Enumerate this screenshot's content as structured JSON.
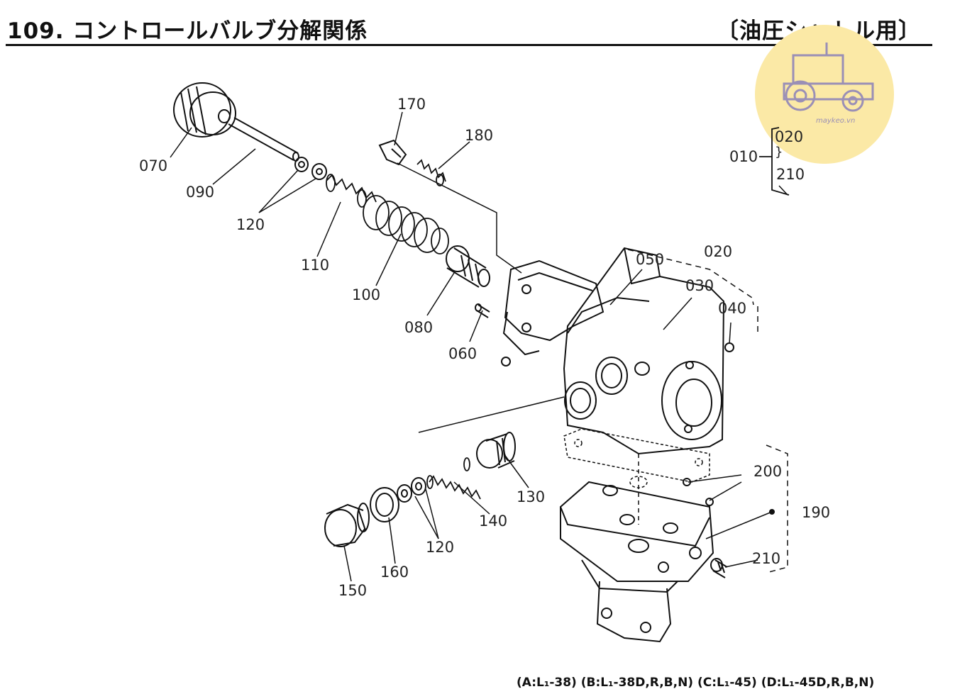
{
  "title": "109. コントロールバルブ分解関係",
  "subtitle": "〔油圧シャトル用〕",
  "footer": "(A:L₁-38) (B:L₁-38D,R,B,N) (C:L₁-45) (D:L₁-45D,R,B,N)",
  "watermark": {
    "text": "maykeo.vn",
    "circle_color": "#fbe9a6",
    "icon_color": "#9a8fb6"
  },
  "tree": {
    "parent": "010",
    "child_top": "020",
    "child_bottom": "210"
  },
  "part_labels": {
    "p170": "170",
    "p180": "180",
    "p070": "070",
    "p090": "090",
    "p120a": "120",
    "p110": "110",
    "p100": "100",
    "p080": "080",
    "p060": "060",
    "p050": "050",
    "p020": "020",
    "p030": "030",
    "p040": "040",
    "p200": "200",
    "p190": "190",
    "p210": "210",
    "p130": "130",
    "p140": "140",
    "p120b": "120",
    "p160": "160",
    "p150": "150"
  }
}
